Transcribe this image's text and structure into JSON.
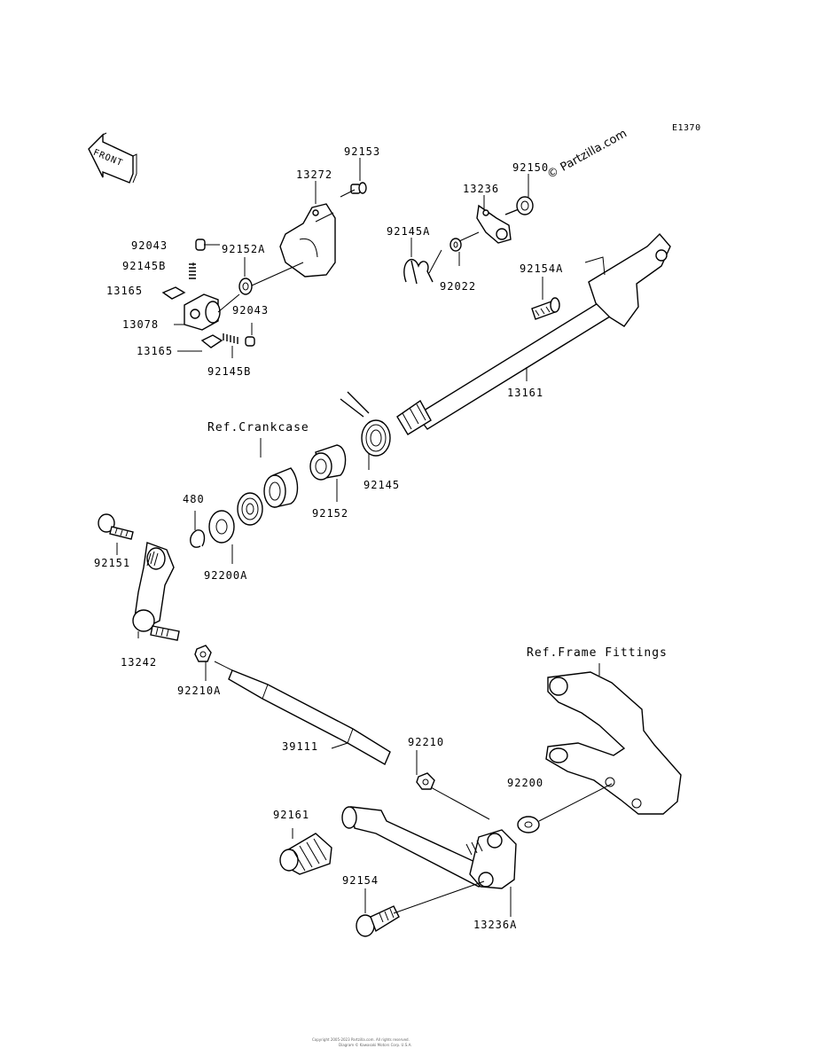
{
  "diagram": {
    "code": "E1370",
    "watermark": "© Partzilla.com",
    "front_badge": "FRONT",
    "refs": {
      "crankcase": "Ref.Crankcase",
      "frame_fittings": "Ref.Frame Fittings"
    },
    "parts": {
      "p92153": "92153",
      "p13272": "13272",
      "p92150": "92150",
      "p13236": "13236",
      "p92145A": "92145A",
      "p92022": "92022",
      "p92154A": "92154A",
      "p92043a": "92043",
      "p92145Ba": "92145B",
      "p92152A": "92152A",
      "p13165a": "13165",
      "p13078": "13078",
      "p92043b": "92043",
      "p13165b": "13165",
      "p92145Bb": "92145B",
      "p13161": "13161",
      "p92145": "92145",
      "p92152": "92152",
      "p480": "480",
      "p92200A": "92200A",
      "p92151": "92151",
      "p13242": "13242",
      "p92210A": "92210A",
      "p39111": "39111",
      "p92210": "92210",
      "p92200": "92200",
      "p92161": "92161",
      "p92154": "92154",
      "p13236A": "13236A"
    },
    "footer_line1": "Copyright 2005-2023 Partzilla.com. All rights reserved.",
    "footer_line2": "Diagram © Kawasaki Motors Corp. U.S.A."
  }
}
